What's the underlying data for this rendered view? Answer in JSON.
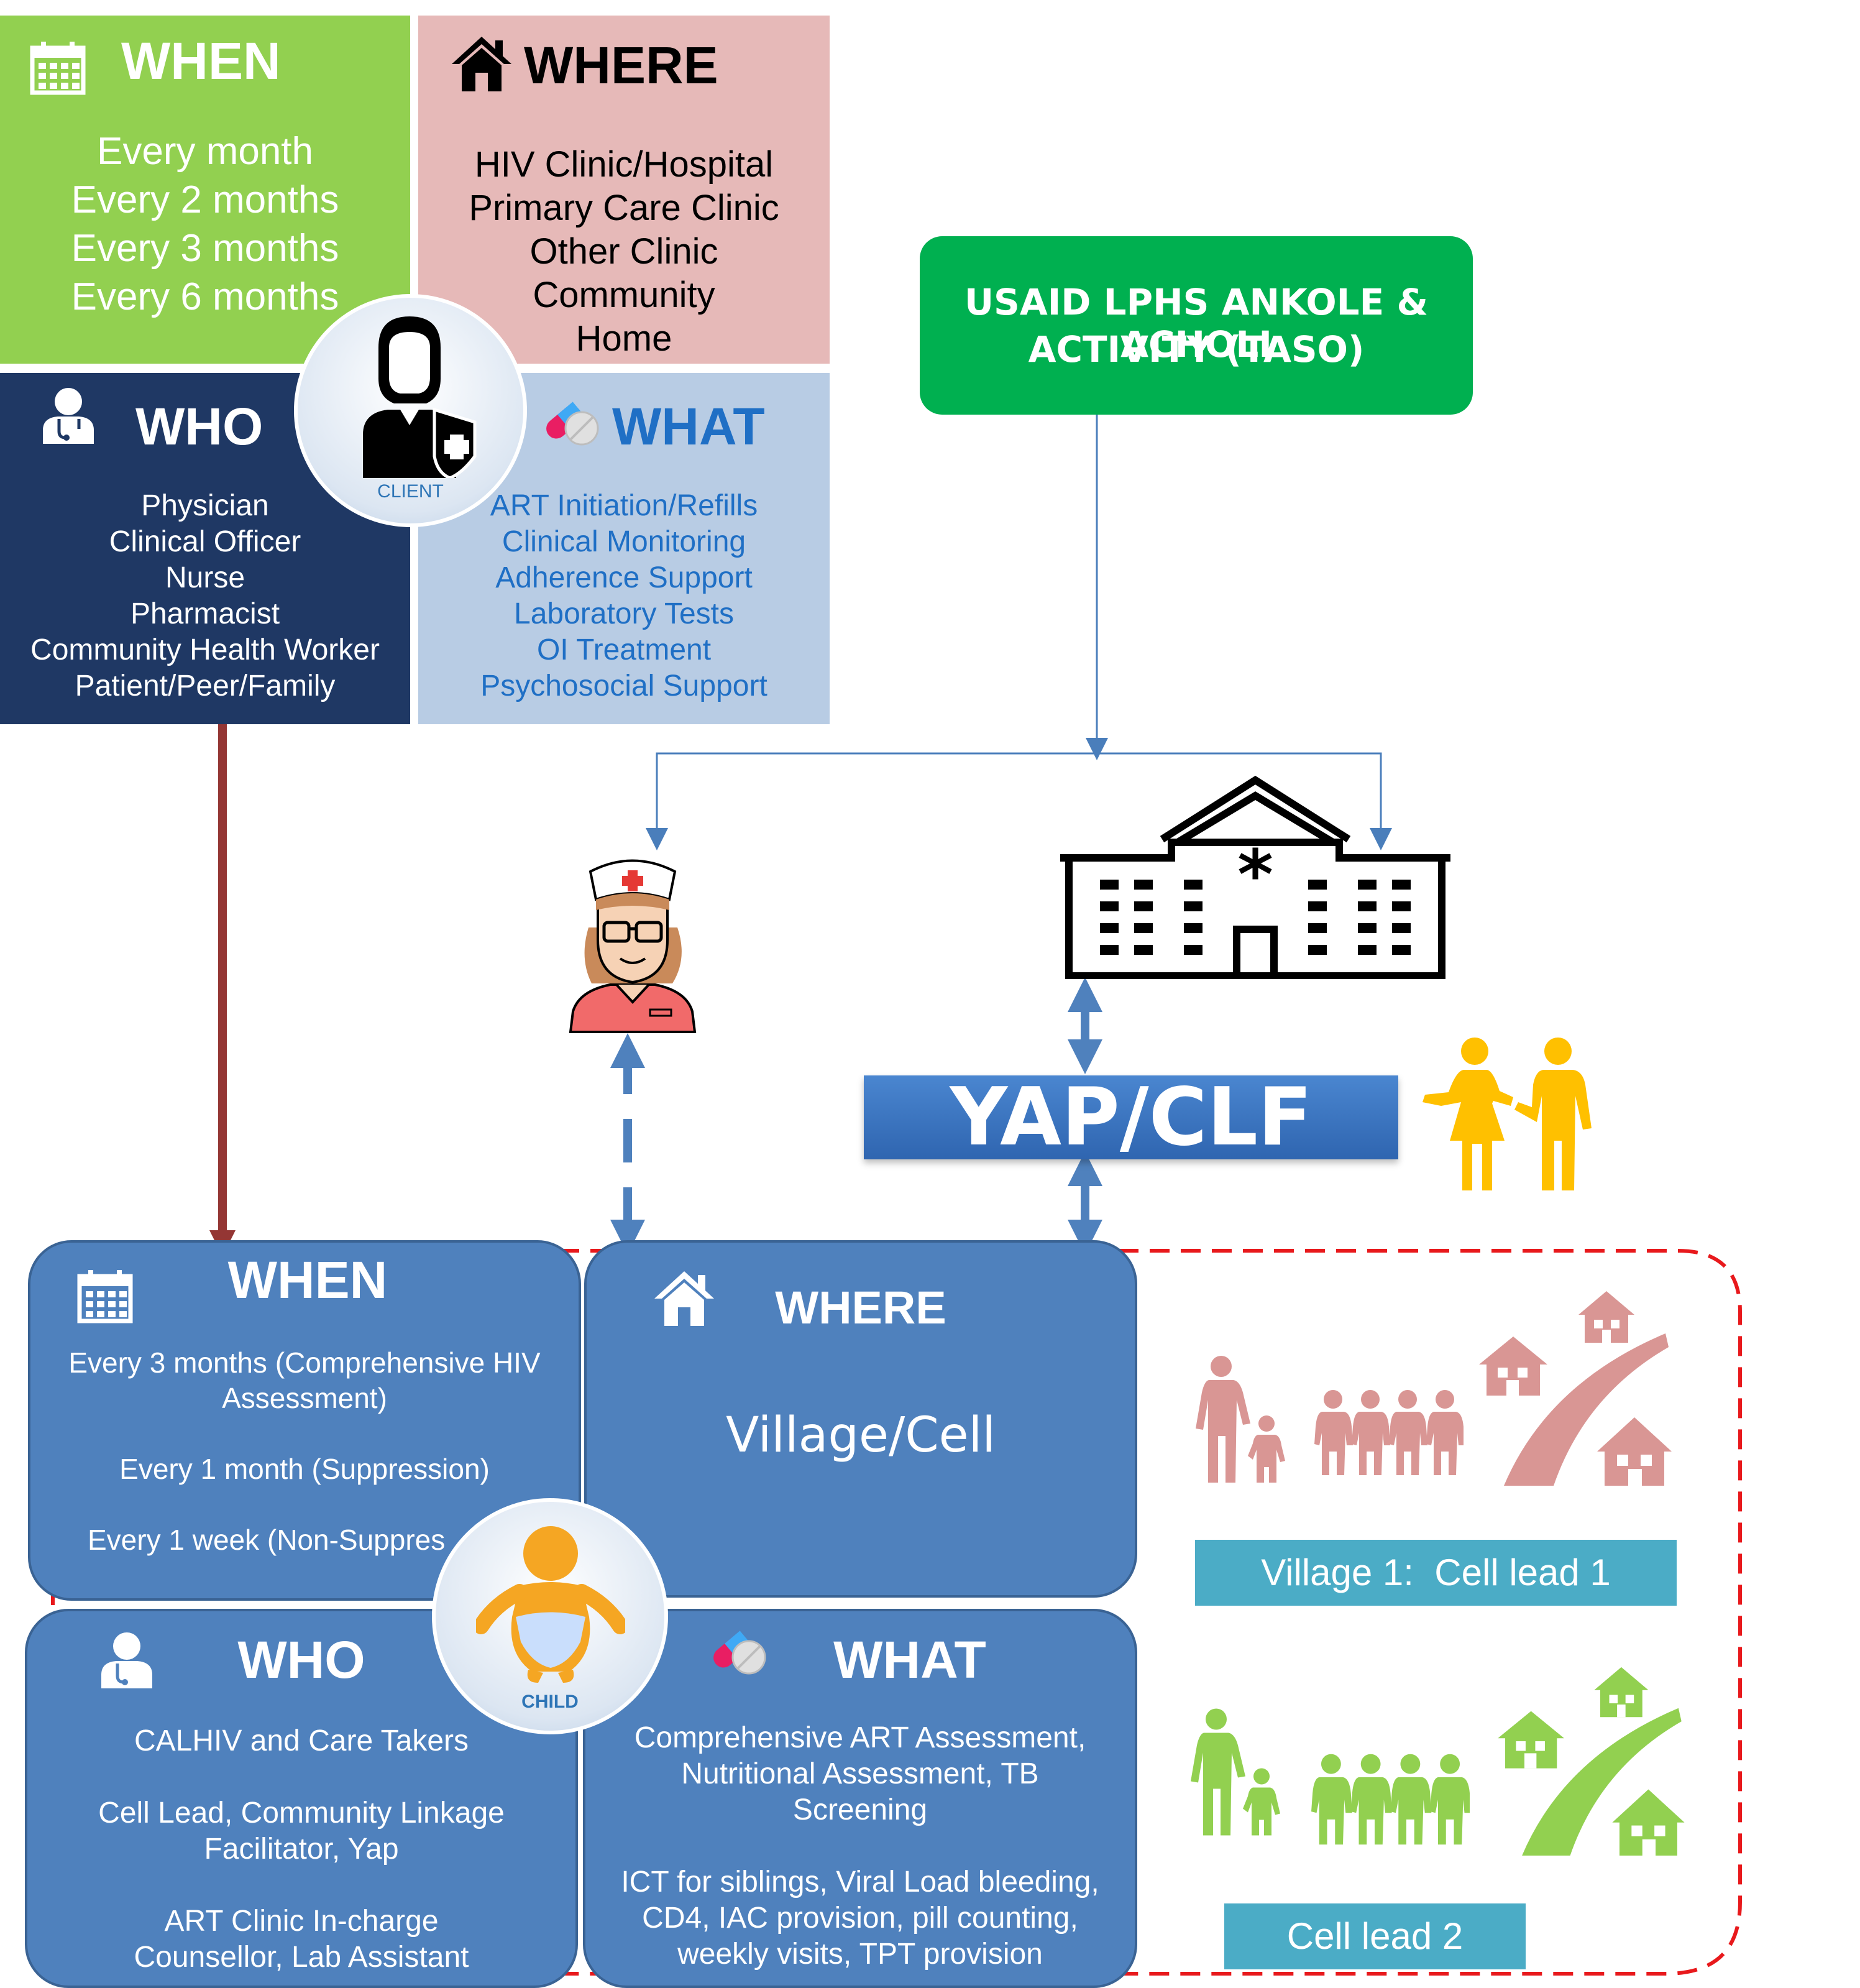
{
  "top": {
    "when": {
      "title": "WHEN",
      "items": [
        "Every month",
        "Every 2 months",
        "Every 3 months",
        "Every 6 months"
      ]
    },
    "where": {
      "title": "WHERE",
      "items": [
        "HIV Clinic/Hospital",
        "Primary Care Clinic",
        "Other Clinic",
        "Community",
        "Home"
      ]
    },
    "who": {
      "title": "WHO",
      "items": [
        "Physician",
        "Clinical Officer",
        "Nurse",
        "Pharmacist",
        "Community Health Worker",
        "Patient/Peer/Family"
      ]
    },
    "what": {
      "title": "WHAT",
      "items": [
        "ART Initiation/Refills",
        "Clinical Monitoring",
        "Adherence Support",
        "Laboratory Tests",
        "OI Treatment",
        "Psychosocial Support"
      ]
    },
    "client_label": "CLIENT"
  },
  "usaid": {
    "line1": "USAID LPHS ANKOLE & ACHOLI",
    "line2": "ACTIVITY (TASO)"
  },
  "yap_label": "YAP/CLF",
  "bottom": {
    "when": {
      "title": "WHEN",
      "items": [
        "Every 3 months (Comprehensive HIV",
        "Assessment)",
        "Every 1 month (Suppression)",
        "Every 1 week (Non-Suppres"
      ]
    },
    "where": {
      "title": "WHERE",
      "value": "Village/Cell"
    },
    "who": {
      "title": "WHO",
      "items": [
        "CALHIV and Care Takers",
        "Cell Lead, Community Linkage",
        "Facilitator, Yap",
        "ART Clinic In-charge",
        "Counsellor, Lab Assistant"
      ]
    },
    "what": {
      "title": "WHAT",
      "items": [
        "Comprehensive ART Assessment,",
        "Nutritional Assessment, TB",
        "Screening",
        "ICT for siblings, Viral Load bleeding,",
        "CD4, IAC provision, pill counting,",
        "weekly visits, TPT provision"
      ]
    },
    "child_label": "CHILD"
  },
  "village1_label": "Village 1:  Cell lead 1",
  "village2_label": "Cell lead 2",
  "colors": {
    "when_green": "#92d050",
    "where_pink": "#e6b9b8",
    "who_navy": "#1f3864",
    "what_lightblue": "#b8cce4",
    "usaid_green": "#00b050",
    "yap_blue": "#3a72c0",
    "box_blue": "#4f81bd",
    "village_teal": "#4bacc6",
    "people_yellow": "#ffc000",
    "pink_icons": "#d99694",
    "green_icons": "#92d050",
    "dashed_red": "#e8191c"
  }
}
